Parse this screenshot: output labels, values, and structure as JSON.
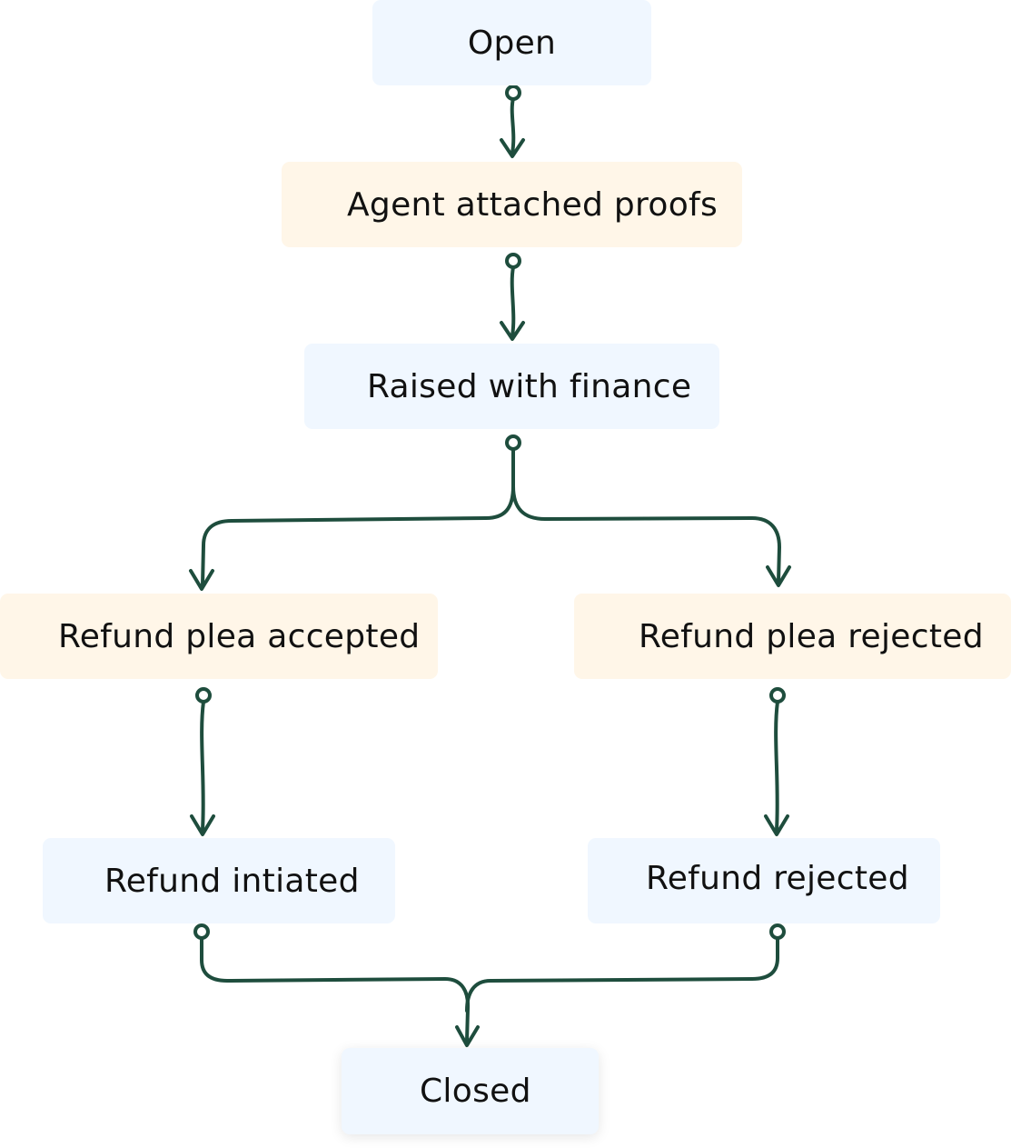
{
  "diagram": {
    "type": "flowchart",
    "nodes": [
      {
        "id": "open",
        "label": "Open"
      },
      {
        "id": "proofs",
        "label": "Agent attached proofs"
      },
      {
        "id": "finance",
        "label": "Raised with finance"
      },
      {
        "id": "accepted",
        "label": "Refund plea accepted"
      },
      {
        "id": "rejected_plea",
        "label": "Refund plea rejected"
      },
      {
        "id": "initiated",
        "label": "Refund intiated"
      },
      {
        "id": "rejected",
        "label": "Refund rejected"
      },
      {
        "id": "closed",
        "label": "Closed"
      }
    ],
    "edges": [
      {
        "from": "open",
        "to": "proofs"
      },
      {
        "from": "proofs",
        "to": "finance"
      },
      {
        "from": "finance",
        "to": "accepted"
      },
      {
        "from": "finance",
        "to": "rejected_plea"
      },
      {
        "from": "accepted",
        "to": "initiated"
      },
      {
        "from": "rejected_plea",
        "to": "rejected"
      },
      {
        "from": "initiated",
        "to": "closed"
      },
      {
        "from": "rejected",
        "to": "closed"
      }
    ],
    "colors": {
      "node_blue": "#f0f7ff",
      "node_cream": "#fff6e8",
      "connector": "#1e4d3d",
      "text": "#111111"
    }
  }
}
